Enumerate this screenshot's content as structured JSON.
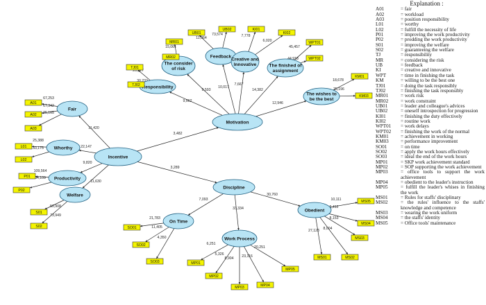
{
  "colors": {
    "latent_fill": "#b8e4f5",
    "indicator_fill": "#f4f400",
    "line": "#222222"
  },
  "latents": [
    {
      "id": "motivation",
      "label": "Motivation"
    },
    {
      "id": "incentive",
      "label": "Incentive"
    },
    {
      "id": "discipline",
      "label": "Discipline"
    },
    {
      "id": "fair",
      "label": "Fair"
    },
    {
      "id": "whorthy",
      "label": "Whorthy"
    },
    {
      "id": "productivity",
      "label": "Productivity"
    },
    {
      "id": "welfare",
      "label": "Welfare"
    },
    {
      "id": "responsibility",
      "label": "Responsibility"
    },
    {
      "id": "risk",
      "label": "The consider of risk"
    },
    {
      "id": "feedback",
      "label": "Feedback"
    },
    {
      "id": "creative",
      "label": "Creative and Innovative"
    },
    {
      "id": "finished",
      "label": "The finished of assignment"
    },
    {
      "id": "wishes",
      "label": "The wishes to be the best"
    },
    {
      "id": "ontime",
      "label": "On Time"
    },
    {
      "id": "workprocess",
      "label": "Work Process"
    },
    {
      "id": "obedient",
      "label": "Obedient"
    }
  ],
  "indicators": [
    {
      "id": "A01",
      "label": "A01"
    },
    {
      "id": "A02",
      "label": "A02"
    },
    {
      "id": "A03",
      "label": "A03"
    },
    {
      "id": "L01",
      "label": "L01"
    },
    {
      "id": "L02",
      "label": "L02"
    },
    {
      "id": "P01",
      "label": "P01"
    },
    {
      "id": "P02",
      "label": "P02"
    },
    {
      "id": "S01",
      "label": "S01"
    },
    {
      "id": "S02",
      "label": "S02"
    },
    {
      "id": "TJ01",
      "label": "TJ01"
    },
    {
      "id": "TJ02",
      "label": "TJ02"
    },
    {
      "id": "MR01",
      "label": "MR01"
    },
    {
      "id": "MR02",
      "label": "MR02"
    },
    {
      "id": "UB01",
      "label": "UB01"
    },
    {
      "id": "UB02",
      "label": "UB02"
    },
    {
      "id": "KI01",
      "label": "KI01"
    },
    {
      "id": "KI02",
      "label": "KI02"
    },
    {
      "id": "WPT01",
      "label": "WPT01"
    },
    {
      "id": "WPT02",
      "label": "WPT02"
    },
    {
      "id": "KM01",
      "label": "KM01"
    },
    {
      "id": "KM03",
      "label": "KM03"
    },
    {
      "id": "SO01",
      "label": "SO01"
    },
    {
      "id": "SO02",
      "label": "SO02"
    },
    {
      "id": "SO03",
      "label": "SO03"
    },
    {
      "id": "MP01",
      "label": "MP01"
    },
    {
      "id": "MP02",
      "label": "MP02"
    },
    {
      "id": "MP03",
      "label": "MP03"
    },
    {
      "id": "MP04",
      "label": "MP04"
    },
    {
      "id": "MP05",
      "label": "MP05"
    },
    {
      "id": "MS01",
      "label": "MS01"
    },
    {
      "id": "MS02",
      "label": "MS02"
    },
    {
      "id": "MS03",
      "label": "MS03"
    },
    {
      "id": "MS04",
      "label": "MS04"
    },
    {
      "id": "MS05",
      "label": "MS05"
    }
  ],
  "paths": [
    {
      "from": "incentive",
      "to": "motivation",
      "weight": "3,482"
    },
    {
      "from": "incentive",
      "to": "discipline",
      "weight": "3,289"
    },
    {
      "from": "incentive",
      "to": "fair",
      "weight": "11,420"
    },
    {
      "from": "incentive",
      "to": "whorthy",
      "weight": "22,147"
    },
    {
      "from": "incentive",
      "to": "productivity",
      "weight": "9,820"
    },
    {
      "from": "incentive",
      "to": "welfare",
      "weight": "11,630"
    },
    {
      "from": "motivation",
      "to": "responsibility",
      "weight": "9,662"
    },
    {
      "from": "motivation",
      "to": "risk",
      "weight": "9,593"
    },
    {
      "from": "motivation",
      "to": "feedback",
      "weight": "10,017"
    },
    {
      "from": "motivation",
      "to": "creative",
      "weight": "7,667"
    },
    {
      "from": "motivation",
      "to": "finished",
      "weight": "14,382"
    },
    {
      "from": "motivation",
      "to": "wishes",
      "weight": "12,946"
    },
    {
      "from": "discipline",
      "to": "ontime",
      "weight": "7,093"
    },
    {
      "from": "discipline",
      "to": "workprocess",
      "weight": "33,334"
    },
    {
      "from": "discipline",
      "to": "obedient",
      "weight": "30,760"
    },
    {
      "from": "fair",
      "to": "A01",
      "weight": "67,253"
    },
    {
      "from": "fair",
      "to": "A02",
      "weight": "67,342"
    },
    {
      "from": "fair",
      "to": "A03",
      "weight": "35,165"
    },
    {
      "from": "whorthy",
      "to": "L01",
      "weight": "25,388"
    },
    {
      "from": "whorthy",
      "to": "L02",
      "weight": "33,175"
    },
    {
      "from": "productivity",
      "to": "P01",
      "weight": "109,564"
    },
    {
      "from": "productivity",
      "to": "P02",
      "weight": "84,109"
    },
    {
      "from": "welfare",
      "to": "S01",
      "weight": "50,908"
    },
    {
      "from": "welfare",
      "to": "S02",
      "weight": "73,949"
    },
    {
      "from": "responsibility",
      "to": "TJ01",
      "weight": "20,827"
    },
    {
      "from": "responsibility",
      "to": "TJ02",
      "weight": "30,232"
    },
    {
      "from": "risk",
      "to": "MR01",
      "weight": "18,609"
    },
    {
      "from": "risk",
      "to": "MR02",
      "weight": "15,061"
    },
    {
      "from": "feedback",
      "to": "UB01",
      "weight": "11,964"
    },
    {
      "from": "feedback",
      "to": "UB02",
      "weight": "73,574"
    },
    {
      "from": "creative",
      "to": "KI01",
      "weight": "7,778"
    },
    {
      "from": "creative",
      "to": "KI02",
      "weight": "6,020"
    },
    {
      "from": "finished",
      "to": "WPT01",
      "weight": "45,457"
    },
    {
      "from": "finished",
      "to": "WPT02",
      "weight": "44,918"
    },
    {
      "from": "wishes",
      "to": "KM01",
      "weight": "18,678"
    },
    {
      "from": "wishes",
      "to": "KM03",
      "weight": "25,196"
    },
    {
      "from": "ontime",
      "to": "SO01",
      "weight": "21,783"
    },
    {
      "from": "ontime",
      "to": "SO02",
      "weight": "11,405"
    },
    {
      "from": "ontime",
      "to": "SO03",
      "weight": "4,350"
    },
    {
      "from": "workprocess",
      "to": "MP01",
      "weight": "6,251"
    },
    {
      "from": "workprocess",
      "to": "MP02",
      "weight": "5,326"
    },
    {
      "from": "workprocess",
      "to": "MP03",
      "weight": "8,904"
    },
    {
      "from": "workprocess",
      "to": "MP04",
      "weight": "23,116"
    },
    {
      "from": "workprocess",
      "to": "MP05",
      "weight": "20,251"
    },
    {
      "from": "obedient",
      "to": "MS05",
      "weight": "10,111"
    },
    {
      "from": "obedient",
      "to": "MS04",
      "weight": "9,412"
    },
    {
      "from": "obedient",
      "to": "MS03",
      "weight": "8,153"
    },
    {
      "from": "obedient",
      "to": "MS02",
      "weight": "8,004"
    },
    {
      "from": "obedient",
      "to": "MS01",
      "weight": "27,123"
    }
  ],
  "legend": {
    "title": "Explanation   :",
    "items": [
      {
        "code": "A01",
        "desc": "fair"
      },
      {
        "code": "A02",
        "desc": "workload"
      },
      {
        "code": "A03",
        "desc": "position responsibility"
      },
      {
        "code": "L01",
        "desc": "worthy"
      },
      {
        "code": "L02",
        "desc": "fulfill the necessity of life"
      },
      {
        "code": "P01",
        "desc": "improving the work productivity"
      },
      {
        "code": "P02",
        "desc": "prodding the work productivity"
      },
      {
        "code": "S01",
        "desc": "improving the welfare"
      },
      {
        "code": "S02",
        "desc": "guaranteeing the welfare"
      },
      {
        "code": "TJ",
        "desc": "responsibility"
      },
      {
        "code": "MR",
        "desc": "considering the risk"
      },
      {
        "code": "UB",
        "desc": "feedback"
      },
      {
        "code": "KI",
        "desc": "creative and innovative"
      },
      {
        "code": "WPT",
        "desc": "time in finishing the task"
      },
      {
        "code": "KM",
        "desc": "willing to be the best one"
      },
      {
        "code": "TJ01",
        "desc": "doing the task responsibly"
      },
      {
        "code": "TJ02",
        "desc": "finishing the task responsibly"
      },
      {
        "code": "MR01",
        "desc": "work risk"
      },
      {
        "code": "MR02",
        "desc": "work constraint"
      },
      {
        "code": "UB01",
        "desc": "leader and colleague's advices"
      },
      {
        "code": "UB02",
        "desc": "oneself introspection for progression"
      },
      {
        "code": "KI01",
        "desc": "finishing the duty effectively"
      },
      {
        "code": "KI02",
        "desc": "routine work"
      },
      {
        "code": "WPT01",
        "desc": "work delays"
      },
      {
        "code": "WPT02",
        "desc": "finishing the work of the normal"
      },
      {
        "code": "KM01",
        "desc": "achievement in working"
      },
      {
        "code": "KM03",
        "desc": "performance improvement"
      },
      {
        "code": "SO01",
        "desc": "on time"
      },
      {
        "code": "SO02",
        "desc": "apply the work hours effectively"
      },
      {
        "code": "SO03",
        "desc": "ideal the end of the work hours"
      },
      {
        "code": "MP01",
        "desc": "SKP work achievement standard"
      },
      {
        "code": "MP02",
        "desc": "SOP supporting the work achievement"
      },
      {
        "code": "MP03",
        "desc": "office tools to support the work achievement"
      },
      {
        "code": "MP04",
        "desc": "obedient to the leader's instruction"
      },
      {
        "code": "MP05",
        "desc": "fulfill the leader's whises in finishing the work"
      },
      {
        "code": "MS01",
        "desc": "Rules for staffs' disciplinary"
      },
      {
        "code": "MS02",
        "desc": "the rules' influence to the staffs' knowledge and competence"
      },
      {
        "code": "MS03",
        "desc": "wearing the work uniform"
      },
      {
        "code": "MS04",
        "desc": "the staffs' identity"
      },
      {
        "code": "MS05",
        "desc": "Office tools' maintenance"
      }
    ]
  }
}
